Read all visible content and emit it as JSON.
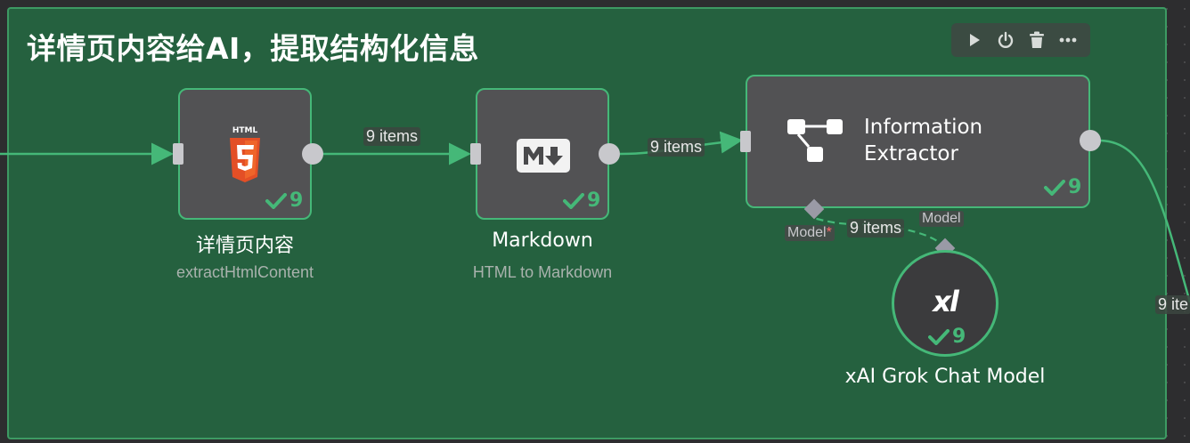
{
  "sticky": {
    "title": "详情页内容给AI，提取结构化信息"
  },
  "toolbar": {
    "buttons": [
      {
        "icon": "play-icon"
      },
      {
        "icon": "power-icon"
      },
      {
        "icon": "trash-icon"
      },
      {
        "icon": "more-icon"
      }
    ]
  },
  "nodes": {
    "html": {
      "title": "详情页内容",
      "subtitle": "extractHtmlContent",
      "count": "9",
      "icon": "html5-icon",
      "icon_text": "HTML"
    },
    "markdown": {
      "title": "Markdown",
      "subtitle": "HTML to Markdown",
      "count": "9",
      "icon": "markdown-icon"
    },
    "extractor": {
      "title_line1": "Information",
      "title_line2": "Extractor",
      "count": "9",
      "icon": "extractor-icon"
    },
    "grok": {
      "title": "xAI Grok Chat Model",
      "count": "9",
      "icon": "xai-logo-icon",
      "logo_text": "xl"
    }
  },
  "edges": {
    "html_to_md": "9 items",
    "md_to_ie": "9 items",
    "model_link": "9 items",
    "ie_out": "9 ite"
  },
  "ports": {
    "model_required": "Model",
    "model_required_marker": "*",
    "model_source": "Model"
  },
  "colors": {
    "sticky_bg": "#25613f",
    "accent_green": "#45b878",
    "node_bg": "#525254",
    "html5_orange": "#e34f26"
  }
}
